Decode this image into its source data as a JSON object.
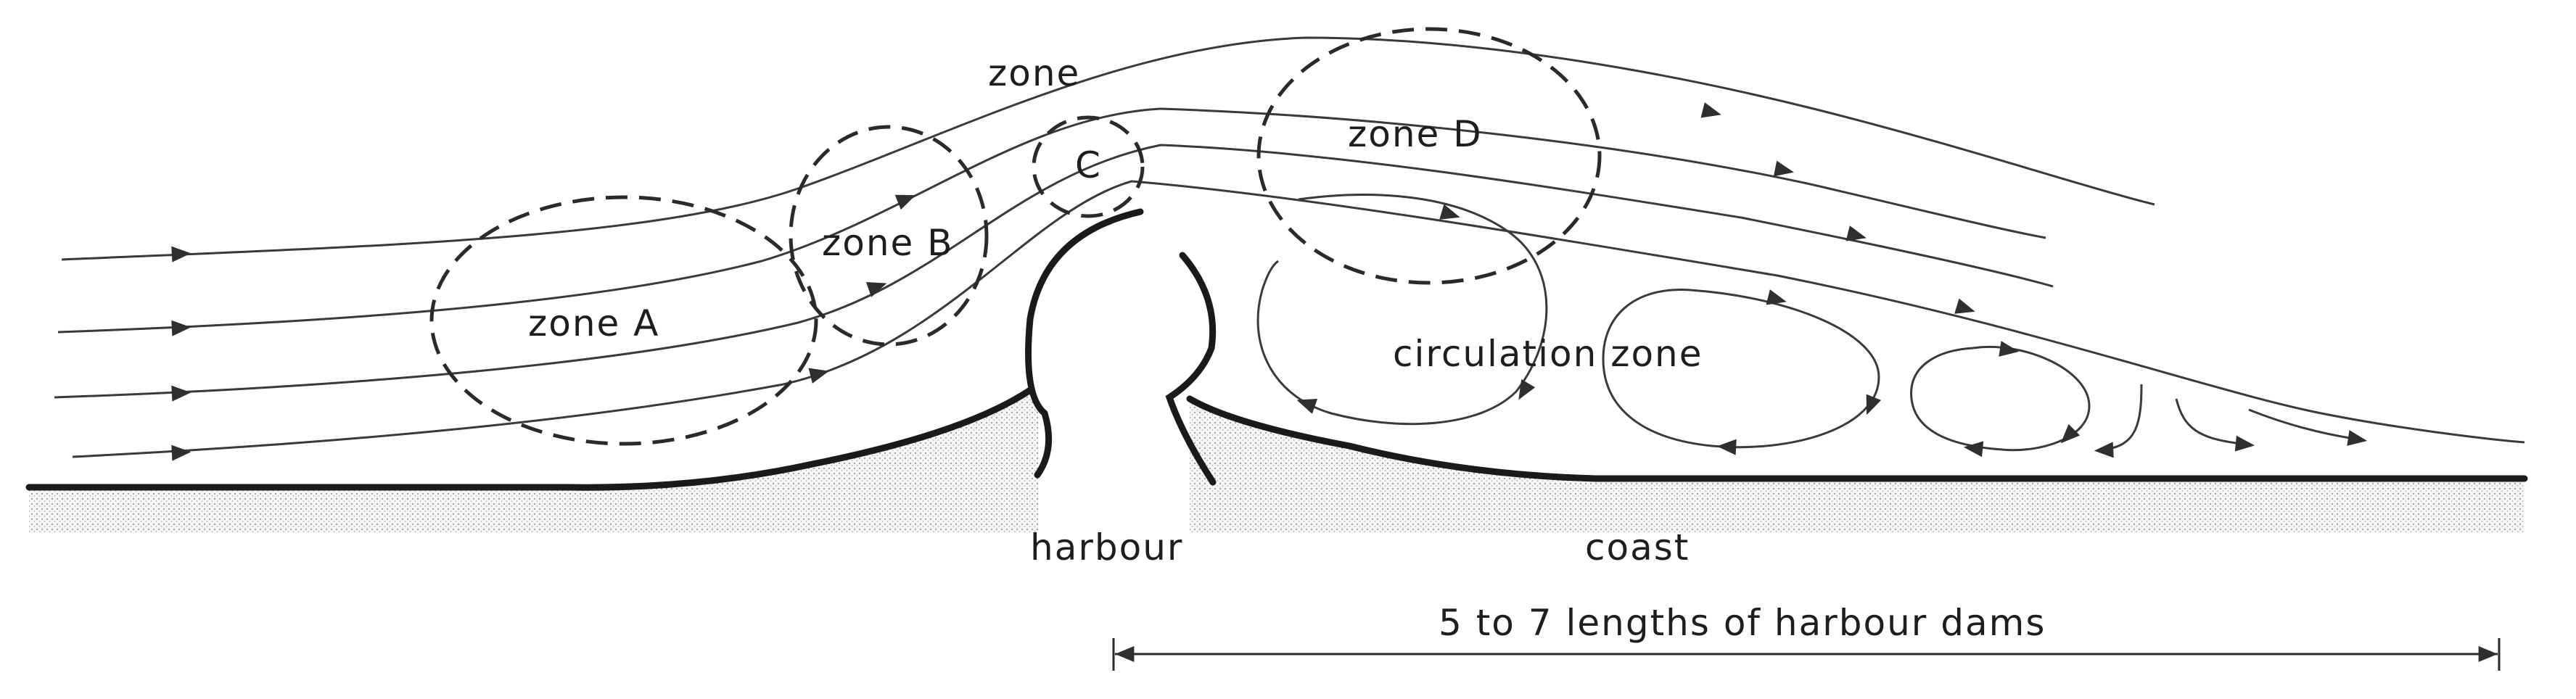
{
  "labels": {
    "zone_top": "zone",
    "zone_a": "zone  A",
    "zone_b": "zone  B",
    "zone_c": "C",
    "zone_d": "zone  D",
    "circulation": "circulation  zone",
    "harbour": "harbour",
    "coast": "coast",
    "dimension": "5  to  7  lengths  of  harbour  dams"
  },
  "colors": {
    "ink": "#1e1e1e",
    "sand": "#c8c8c8"
  }
}
